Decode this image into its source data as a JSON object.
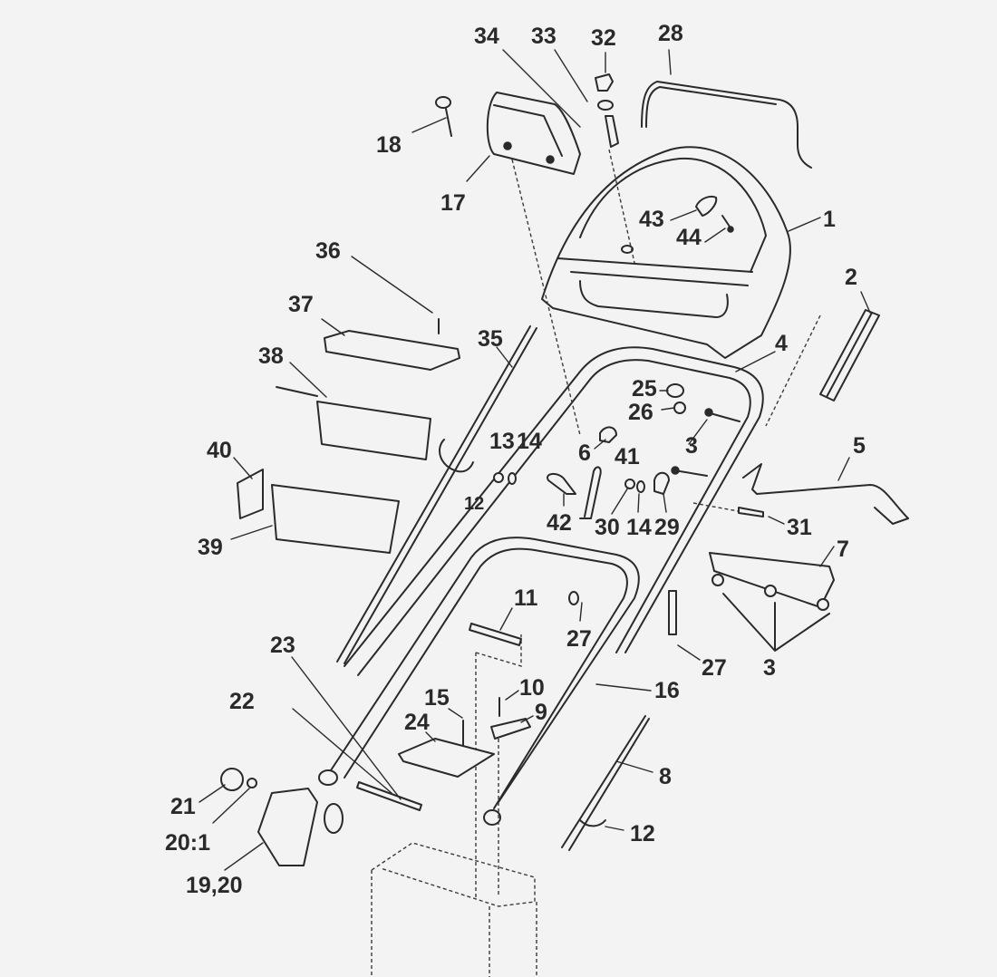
{
  "diagram": {
    "type": "exploded-parts-diagram",
    "colors": {
      "ink": "#2a2a2a",
      "paper": "#f3f3f3"
    },
    "labels": {
      "p1": "1",
      "p2": "2",
      "p3a": "3",
      "p3b": "3",
      "p4": "4",
      "p5": "5",
      "p6": "6",
      "p7": "7",
      "p8": "8",
      "p9": "9",
      "p10": "10",
      "p11": "11",
      "p12a": "12",
      "p12b": "12",
      "p13": "13",
      "p14a": "14",
      "p14b": "14",
      "p15": "15",
      "p16": "16",
      "p17": "17",
      "p18": "18",
      "p19_20": "19,20",
      "p20_1": "20:1",
      "p21": "21",
      "p22": "22",
      "p23": "23",
      "p24": "24",
      "p25": "25",
      "p26": "26",
      "p27a": "27",
      "p27b": "27",
      "p28": "28",
      "p29": "29",
      "p30": "30",
      "p31": "31",
      "p32": "32",
      "p33": "33",
      "p34": "34",
      "p35": "35",
      "p36": "36",
      "p37": "37",
      "p38": "38",
      "p39": "39",
      "p40": "40",
      "p41": "41",
      "p42": "42",
      "p43": "43",
      "p44": "44"
    }
  }
}
